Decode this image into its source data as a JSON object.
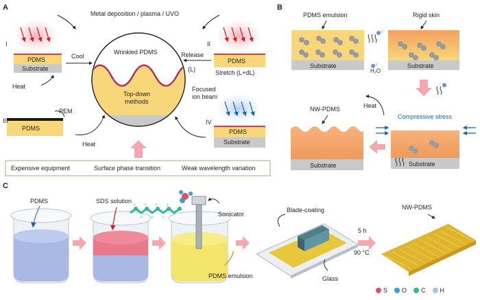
{
  "panels": {
    "a": "A",
    "b": "B",
    "c": "C"
  },
  "a": {
    "top_caption": "Metal deposition / plasma / UVO",
    "roman_1": "I",
    "roman_2": "II",
    "roman_3": "III",
    "roman_4": "IV",
    "pdms": "PDMS",
    "substrate": "Substrate",
    "cool": "Cool",
    "heat_left": "Heat",
    "heat_bottom": "Heat",
    "release": "Release",
    "release_l": "(L)",
    "stretch": "Stretch (L+dL)",
    "pem": "PEM",
    "focused": "Focused",
    "ion_beam": "ion beam",
    "circle_title": "Wrinkled PDMS",
    "top_down_1": "Top-down",
    "top_down_2": "methods",
    "box_items": [
      "Expensive equipment",
      "Surface phase transition",
      "Weak wavelength variation"
    ]
  },
  "b": {
    "pdms_emulsion": "PDMS emulsion",
    "rigid_skin": "Rigid skin",
    "substrate": "Substrate",
    "h2o": "H₂O",
    "heat": "Heat",
    "nw_pdms": "NW-PDMS",
    "compressive": "Compressive stress"
  },
  "c": {
    "pdms": "PDMS",
    "sds": "SDS solution",
    "sonicator": "Sonicator",
    "pdms_emulsion": "PDMS emulsion",
    "blade": "Blade-coating",
    "glass": "Glass",
    "time": "5 h",
    "temp": "90 °C",
    "nw_pdms": "NW-PDMS",
    "legend": [
      {
        "label": "S",
        "color": "#e0506a"
      },
      {
        "label": "O",
        "color": "#3aa0d0"
      },
      {
        "label": "C",
        "color": "#2fb89a"
      },
      {
        "label": "H",
        "color": "#9cc8e0"
      }
    ]
  },
  "colors": {
    "pdms_yellow": "#f7d77a",
    "substrate_gray": "#c9c9c9",
    "orange": "#f2a46a",
    "pink_arrow": "#f4a7ad",
    "red": "#d63a4a",
    "blue_text": "#1f5fa8"
  }
}
